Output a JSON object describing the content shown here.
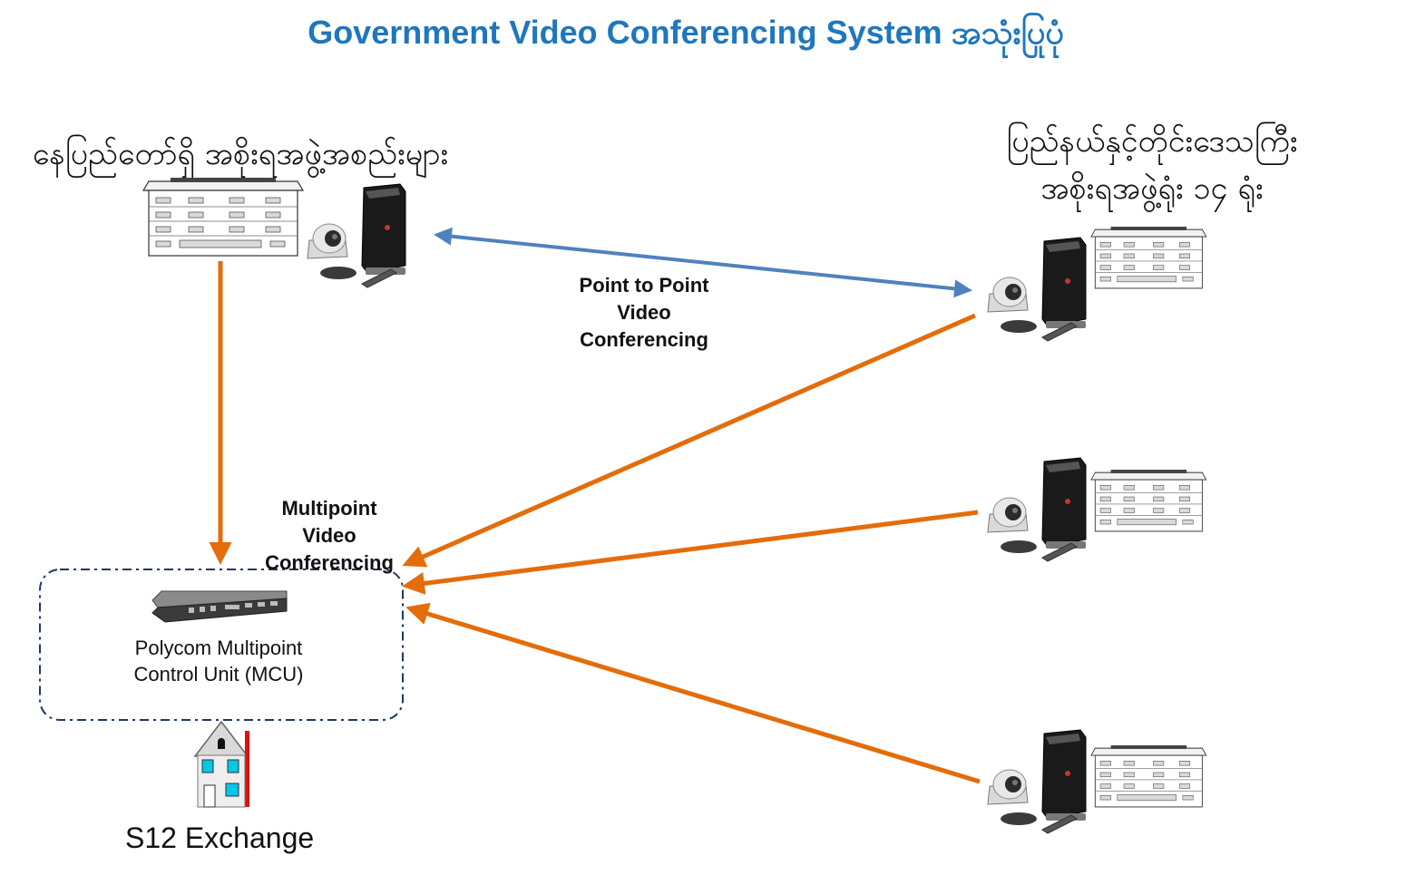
{
  "title": "Government Video Conferencing System အသုံးပြုပုံ",
  "nodes": {
    "capital": {
      "label": "နေပြည်တော်ရှိ အစိုးရအဖွဲ့အစည်းများ"
    },
    "regions": {
      "label_line1": "ပြည်နယ်နှင့်တိုင်းဒေသကြီး",
      "label_line2": "အစိုးရအဖွဲ့ရုံး ၁၄ ရုံး"
    },
    "mcu": {
      "label_line1": "Polycom Multipoint",
      "label_line2": "Control Unit (MCU)"
    },
    "exchange": {
      "label": "S12 Exchange"
    }
  },
  "connections": {
    "point_to_point": {
      "line1": "Point to Point",
      "line2": "Video",
      "line3": "Conferencing",
      "color": "#4f81bd"
    },
    "multipoint": {
      "line1": "Multipoint",
      "line2": "Video",
      "line3": "Conferencing",
      "color": "#e46c0a"
    }
  },
  "colors": {
    "title": "#1f77bd",
    "boundary": "#1f3864"
  }
}
